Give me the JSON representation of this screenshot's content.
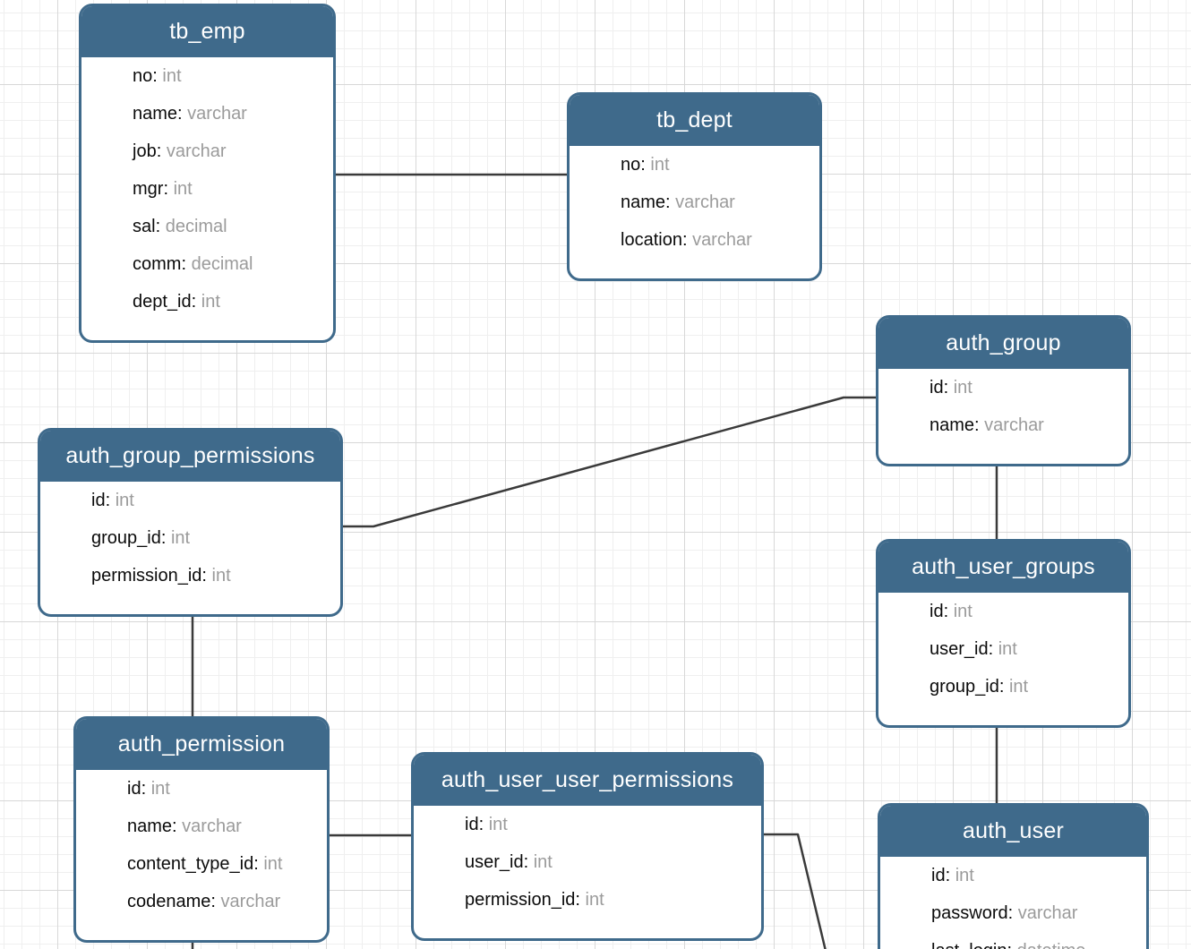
{
  "diagram": {
    "entities": [
      {
        "title": "tb_emp",
        "fields": [
          {
            "name": "no",
            "type": "int"
          },
          {
            "name": "name",
            "type": "varchar"
          },
          {
            "name": "job",
            "type": "varchar"
          },
          {
            "name": "mgr",
            "type": "int"
          },
          {
            "name": "sal",
            "type": "decimal"
          },
          {
            "name": "comm",
            "type": "decimal"
          },
          {
            "name": "dept_id",
            "type": "int"
          }
        ]
      },
      {
        "title": "tb_dept",
        "fields": [
          {
            "name": "no",
            "type": "int"
          },
          {
            "name": "name",
            "type": "varchar"
          },
          {
            "name": "location",
            "type": "varchar"
          }
        ]
      },
      {
        "title": "auth_group",
        "fields": [
          {
            "name": "id",
            "type": "int"
          },
          {
            "name": "name",
            "type": "varchar"
          }
        ]
      },
      {
        "title": "auth_group_permissions",
        "fields": [
          {
            "name": "id",
            "type": "int"
          },
          {
            "name": "group_id",
            "type": "int"
          },
          {
            "name": "permission_id",
            "type": "int"
          }
        ]
      },
      {
        "title": "auth_user_groups",
        "fields": [
          {
            "name": "id",
            "type": "int"
          },
          {
            "name": "user_id",
            "type": "int"
          },
          {
            "name": "group_id",
            "type": "int"
          }
        ]
      },
      {
        "title": "auth_permission",
        "fields": [
          {
            "name": "id",
            "type": "int"
          },
          {
            "name": "name",
            "type": "varchar"
          },
          {
            "name": "content_type_id",
            "type": "int"
          },
          {
            "name": "codename",
            "type": "varchar"
          }
        ]
      },
      {
        "title": "auth_user_user_permissions",
        "fields": [
          {
            "name": "id",
            "type": "int"
          },
          {
            "name": "user_id",
            "type": "int"
          },
          {
            "name": "permission_id",
            "type": "int"
          }
        ]
      },
      {
        "title": "auth_user",
        "fields": [
          {
            "name": "id",
            "type": "int"
          },
          {
            "name": "password",
            "type": "varchar"
          },
          {
            "name": "last_login",
            "type": "datetime"
          }
        ]
      }
    ],
    "relationships": [
      {
        "from": "tb_emp",
        "to": "tb_dept"
      },
      {
        "from": "auth_group_permissions",
        "to": "auth_group"
      },
      {
        "from": "auth_group",
        "to": "auth_user_groups"
      },
      {
        "from": "auth_user_groups",
        "to": "auth_user"
      },
      {
        "from": "auth_group_permissions",
        "to": "auth_permission"
      },
      {
        "from": "auth_permission",
        "to": "auth_user_user_permissions"
      },
      {
        "from": "auth_user_user_permissions",
        "to": "auth_user"
      },
      {
        "from": "auth_permission",
        "to": "offscreen-bottom"
      }
    ],
    "colors": {
      "header": "#3f6a8b",
      "connector": "#3a3a3a",
      "field_name": "#0b0b0b",
      "field_type": "#9b9b9b",
      "grid_minor": "#efefef",
      "grid_major": "#d8d8d8",
      "background": "#ffffff"
    }
  }
}
